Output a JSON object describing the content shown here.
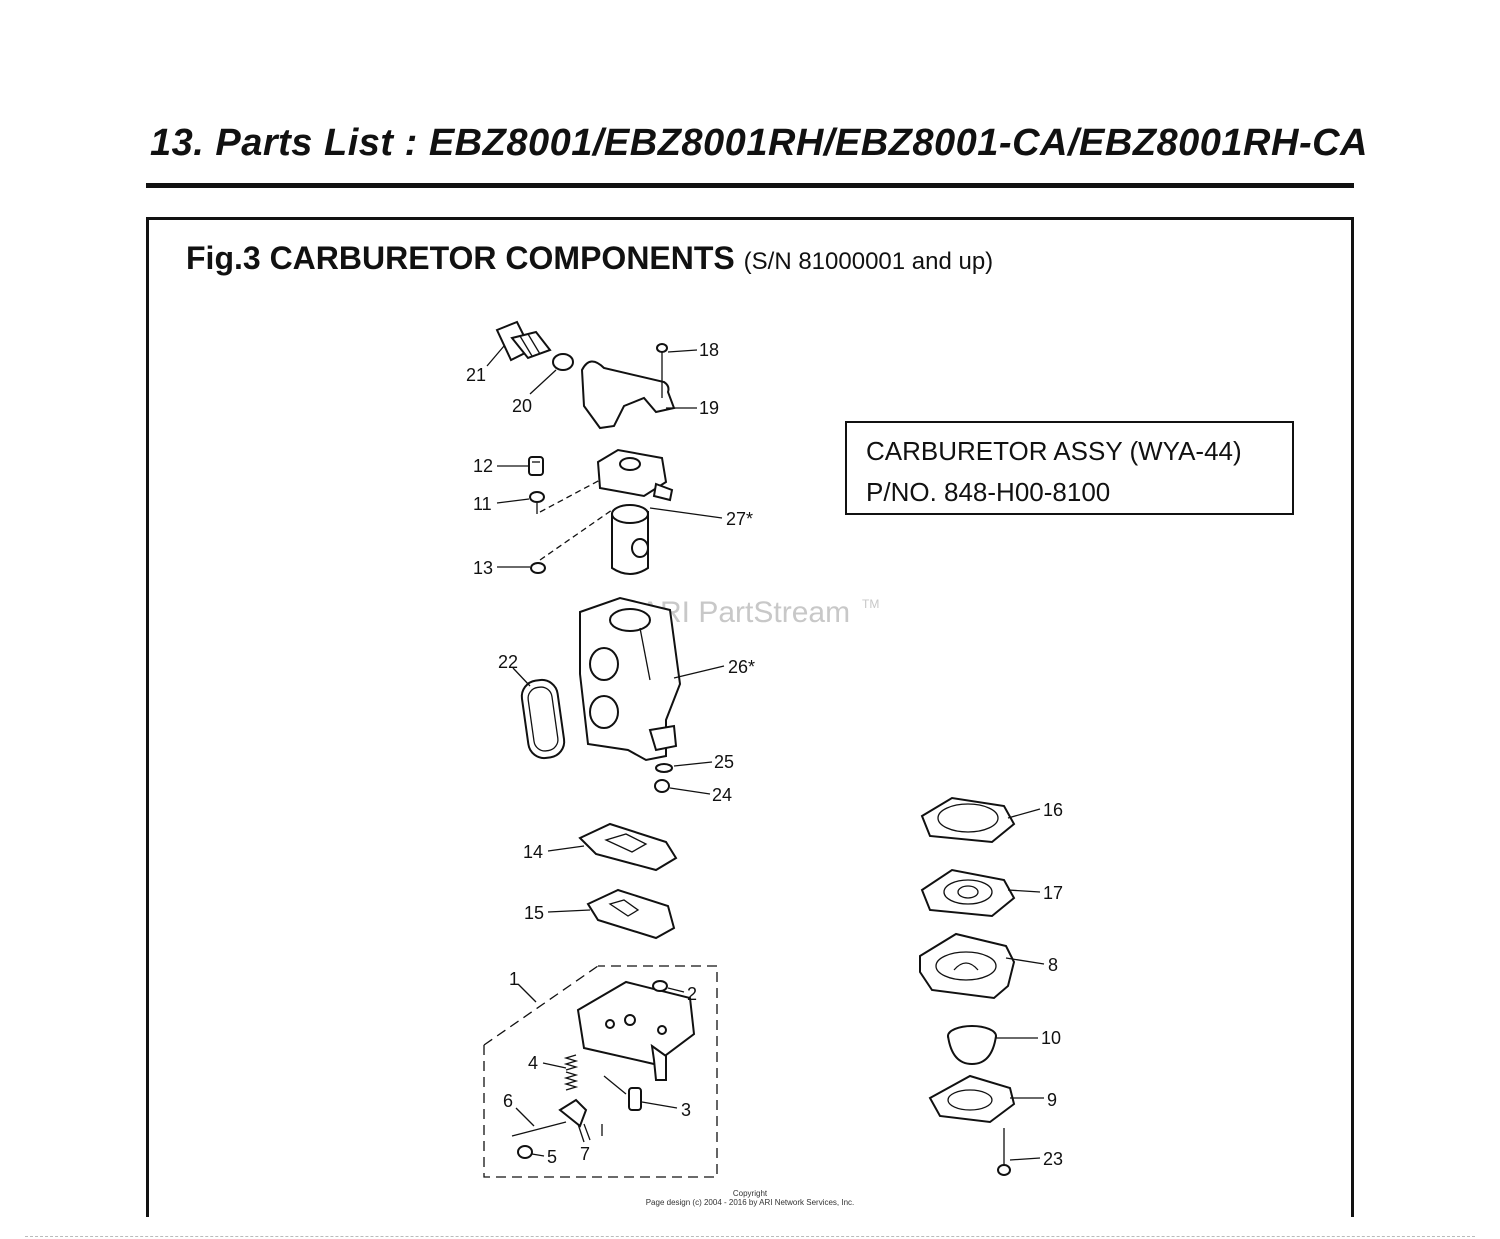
{
  "page": {
    "title": "13. Parts List : EBZ8001/EBZ8001RH/EBZ8001-CA/EBZ8001RH-CA"
  },
  "figure": {
    "heading": "Fig.3 CARBURETOR COMPONENTS",
    "serial_note": "(S/N 81000001 and up)"
  },
  "assembly": {
    "line1": "CARBURETOR ASSY (WYA-44)",
    "line2": "P/NO. 848-H00-8100"
  },
  "watermark": {
    "text": "ARI PartStream",
    "mark": "TM"
  },
  "callouts": {
    "c21": "21",
    "c20": "20",
    "c18": "18",
    "c19": "19",
    "c12": "12",
    "c11": "11",
    "c27": "27*",
    "c13": "13",
    "c22": "22",
    "c26": "26*",
    "c25": "25",
    "c24": "24",
    "c14": "14",
    "c15": "15",
    "c1": "1",
    "c2": "2",
    "c4": "4",
    "c6": "6",
    "c3": "3",
    "c5": "5",
    "c7": "7",
    "c16": "16",
    "c17": "17",
    "c8": "8",
    "c10": "10",
    "c9": "9",
    "c23": "23"
  },
  "footer": {
    "copyright": "Copyright",
    "page_design": "Page design (c) 2004 - 2016 by ARI Network Services, Inc."
  }
}
